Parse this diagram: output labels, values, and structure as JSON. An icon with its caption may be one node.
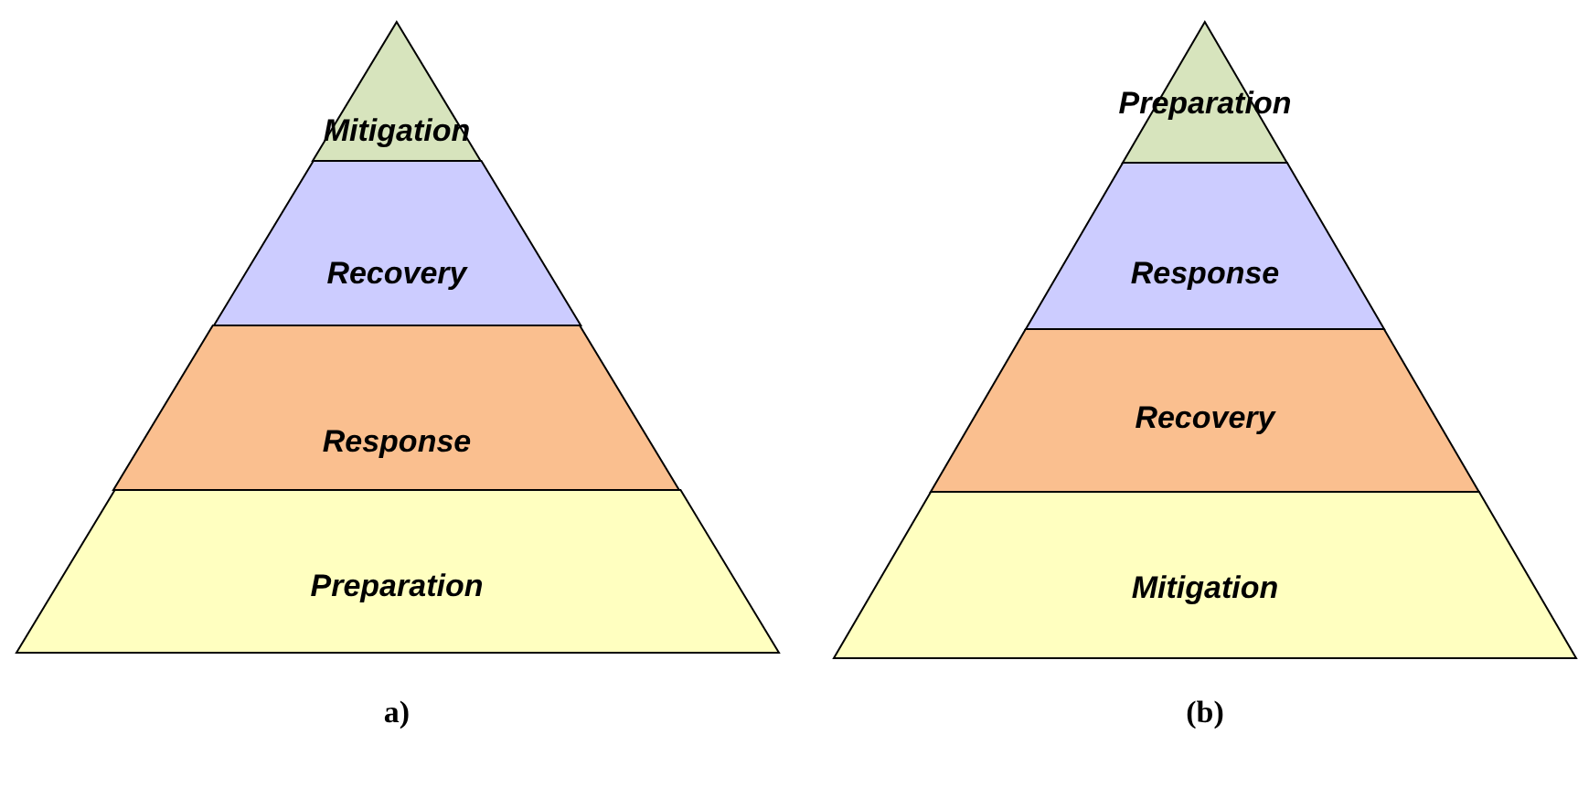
{
  "diagram": {
    "nodes": [
      {
        "text": [
          "Mitigation"
        ]
      },
      {
        "text": [
          "Recovery"
        ]
      },
      {
        "text": [
          "Response"
        ]
      },
      {
        "text": [
          "Preparation"
        ]
      },
      {
        "text": [
          "Preparation"
        ]
      },
      {
        "text": [
          "Response"
        ]
      },
      {
        "text": [
          "Recovery"
        ]
      },
      {
        "text": [
          "Mitigation"
        ]
      }
    ],
    "labels": [
      "a)",
      "(b)"
    ]
  }
}
